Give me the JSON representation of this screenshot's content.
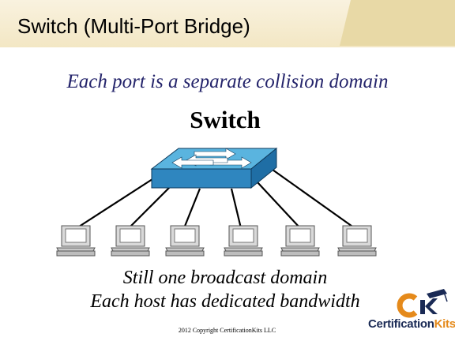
{
  "slide": {
    "title": "Switch (Multi-Port Bridge)",
    "subtitle": "Each port is a separate collision domain",
    "device_label": "Switch",
    "note_line1": "Still one broadcast domain",
    "note_line2": "Each host has dedicated bandwidth",
    "footer": "2012 Copyright CertificationKits  LLC"
  },
  "logo": {
    "part1": "Certification",
    "part2": "Kits"
  },
  "colors": {
    "switch_top": "#5ab4df",
    "switch_side": "#2f86bf",
    "subtitle_text": "#24246b",
    "logo_orange": "#e58a1b",
    "logo_navy": "#1a2a55"
  },
  "diagram": {
    "device": "switch-icon",
    "host_icon": "computer-icon",
    "hosts": [
      "host-1",
      "host-2",
      "host-3",
      "host-4",
      "host-5",
      "host-6"
    ]
  }
}
